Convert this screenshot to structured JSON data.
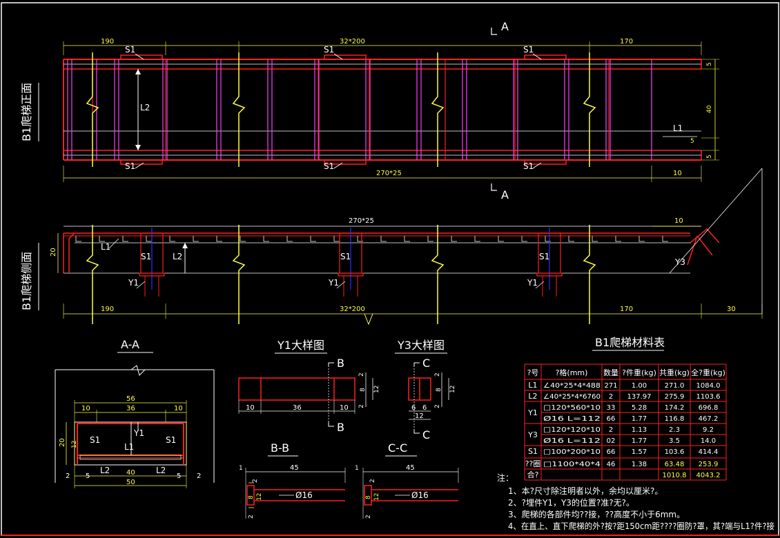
{
  "colors": {
    "background": "#000000",
    "frame_red": "#ff2020",
    "dim_yellow": "#ffff40",
    "member_magenta": "#ff40ff",
    "white": "#ffffff",
    "blue": "#3030ff"
  },
  "front_view": {
    "title": "B1爬梯正面",
    "dim_top_left": "190",
    "dim_top_mid": "32*200",
    "dim_top_right": "170",
    "dim_bottom_mid": "270*25",
    "dim_bottom_right": "10",
    "dim_right_5a": "5",
    "dim_right_40": "40",
    "dim_right_5b": "5",
    "dim_right_5c": "5",
    "label_s1": "S1",
    "label_l2": "L2",
    "label_l1": "L1",
    "section_a": "A"
  },
  "side_view": {
    "title": "B1爬梯侧面",
    "dim_top": "270*25",
    "dim_top_right": "10",
    "dim_left_20": "20",
    "dim_bottom_left": "190",
    "dim_bottom_mid": "32*200",
    "dim_bottom_right": "170",
    "dim_bottom_far": "30",
    "label_l1": "L1",
    "label_l2": "L2",
    "label_s1": "S1",
    "label_y1": "Y1",
    "label_y3": "Y3"
  },
  "section_aa": {
    "title": "A-A",
    "dim_56": "56",
    "dim_10a": "10",
    "dim_36": "36",
    "dim_10b": "10",
    "dim_20": "20",
    "dim_12": "12",
    "dim_40": "40",
    "dim_50": "50",
    "dim_2a": "2",
    "dim_5a": "5",
    "dim_5b": "5",
    "dim_2b": "2",
    "label_s1": "S1",
    "label_y1": "Y1",
    "label_l1": "L1",
    "label_l2": "L2"
  },
  "detail_y1": {
    "title": "Y1大样图",
    "dim_10a": "10",
    "dim_36": "36",
    "dim_10b": "10",
    "dim_2a": "2",
    "dim_8": "8",
    "dim_12": "12",
    "dim_2b": "2",
    "section_b": "B"
  },
  "detail_y3": {
    "title": "Y3大样图",
    "dim_6a": "6",
    "dim_6b": "6",
    "dim_12": "12",
    "dim_2a": "2",
    "dim_8": "8",
    "dim_12v": "12",
    "dim_2b": "2",
    "section_c": "C"
  },
  "section_bb": {
    "title": "B-B",
    "dim_45": "45",
    "dim_1": "1",
    "dim_2a": "2",
    "dim_8": "8",
    "dim_12": "12",
    "dim_2b": "2",
    "dia": "Ø16"
  },
  "section_cc": {
    "title": "C-C",
    "dim_45": "45",
    "dim_1": "1",
    "dim_2a": "2",
    "dim_8": "8",
    "dim_12": "12",
    "dim_2b": "2",
    "dia": "Ø16"
  },
  "material_table": {
    "title": "B1爬梯材料表",
    "headers": [
      "?号",
      "?格(mm)",
      "数量",
      "?件重(kg)",
      "共重(kg)",
      "全?重(kg)"
    ],
    "rows": [
      {
        "id": "L1",
        "spec": "∠40*25*4*488",
        "qty": "271",
        "unit": "1.00",
        "sub": "271.0",
        "total": "1084.0"
      },
      {
        "id": "L2",
        "spec": "∠40*25*4*6760",
        "qty": "2",
        "unit": "137.97",
        "sub": "275.9",
        "total": "1103.6"
      },
      {
        "id": "Y1",
        "spec": "□120*560*10",
        "qty": "33",
        "unit": "5.28",
        "sub": "174.2",
        "total": "696.8"
      },
      {
        "id": "",
        "spec": "Ø16      L=112",
        "qty": "66",
        "unit": "1.77",
        "sub": "116.8",
        "total": "467.2"
      },
      {
        "id": "Y3",
        "spec": "□120*120*10",
        "qty": "2",
        "unit": "1.13",
        "sub": "2.3",
        "total": "9.2"
      },
      {
        "id": "",
        "spec": "Ø16      L=112",
        "qty": "02",
        "unit": "1.77",
        "sub": "3.5",
        "total": "14.0"
      },
      {
        "id": "S1",
        "spec": "□100*200*10",
        "qty": "66",
        "unit": "1.57",
        "sub": "103.6",
        "total": "414.4"
      },
      {
        "id": "??圈",
        "spec": "□1100*40*4",
        "qty": "46",
        "unit": "1.38",
        "sub": "63.48",
        "total": "253.9"
      },
      {
        "id": "合?",
        "spec": "",
        "qty": "",
        "unit": "",
        "sub": "1010.8",
        "total": "4043.2"
      }
    ]
  },
  "notes": {
    "heading": "注：",
    "items": [
      "1、本?尺寸除注明者以外，余均以厘米?。",
      "2、?埋件Y1，Y3的位置?准?无?。",
      "3、爬梯的各部件均??接，??高度不小于6mm。",
      "4、在直上、直下爬梯的外?按?距150cm距????圈防?罩，其?端与L1?件?接"
    ]
  }
}
